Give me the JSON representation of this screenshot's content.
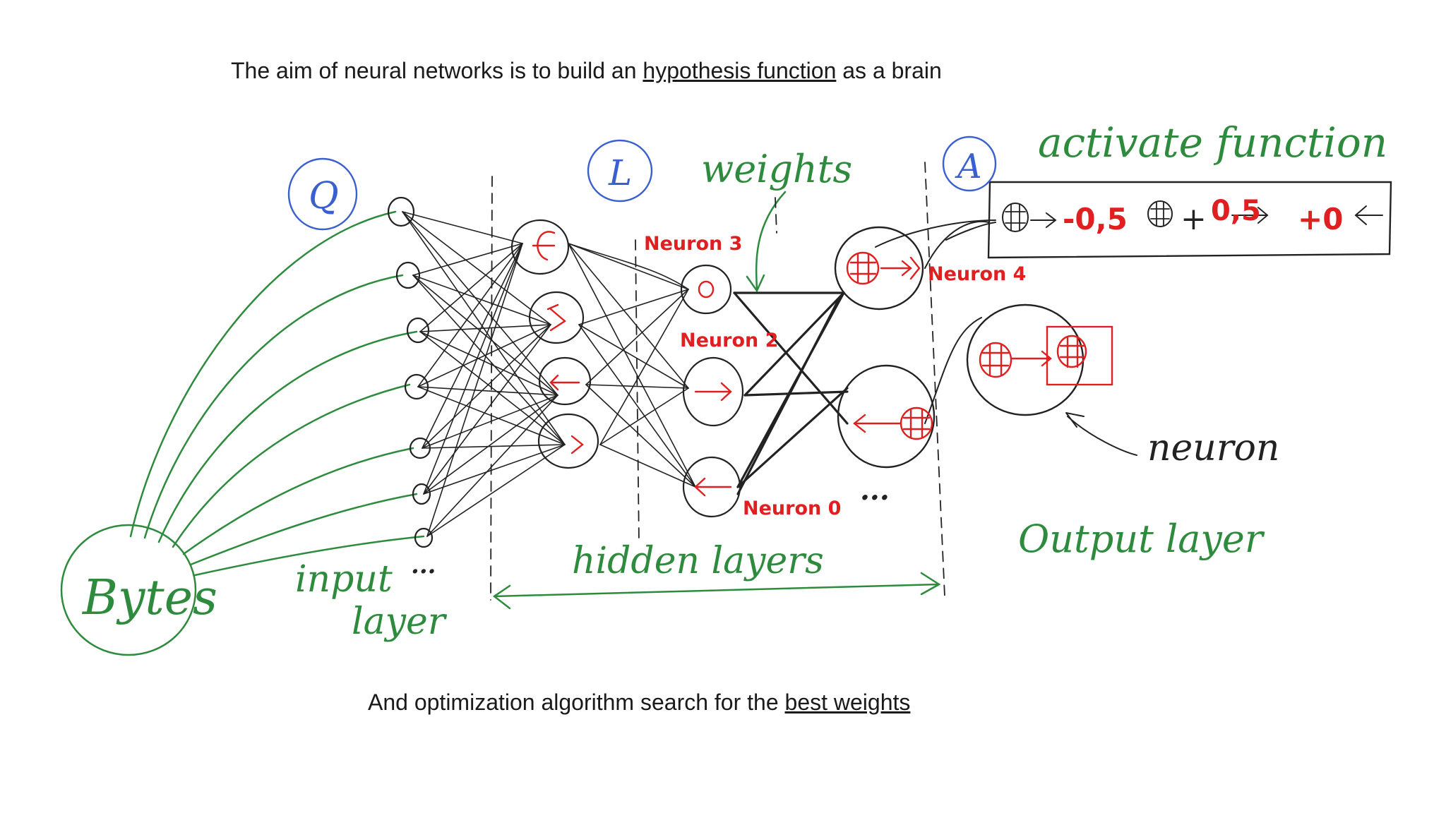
{
  "captions": {
    "top_prefix": "The aim of neural networks is to build an ",
    "top_underlined": "hypothesis function",
    "top_suffix": " as a brain",
    "bottom_prefix": "And optimization algorithm search for the ",
    "bottom_underlined": "best weights"
  },
  "handwritten": {
    "bytes": "Bytes",
    "input_layer_1": "input",
    "input_layer_2": "layer",
    "hidden_layers": "hidden layers",
    "weights": "weights",
    "activate_function": "activate function",
    "neuron": "neuron",
    "output_layer": "Output layer",
    "circle_q": "Q",
    "circle_l": "L",
    "circle_a": "A",
    "ellipsis": "..."
  },
  "neuron_labels": {
    "n3": "Neuron 3",
    "n2": "Neuron 2",
    "n0": "Neuron 0",
    "n4": "Neuron  4"
  },
  "activation_box": {
    "eq_part1": "-0,5",
    "eq_plus": "+",
    "eq_part2": "0,5",
    "eq_part3": "+0"
  },
  "colors": {
    "ink_green": "#2e8b3d",
    "ink_blue": "#3a5fcf",
    "ink_red": "#e02020",
    "ink_black": "#222222"
  }
}
